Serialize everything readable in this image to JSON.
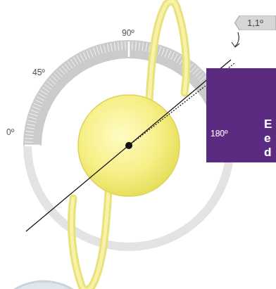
{
  "diagram": {
    "nodes": [
      {
        "text": [
          "1,1º"
        ]
      },
      {
        "text": [
          "E e d"
        ]
      }
    ],
    "labels": [
      "0º",
      "45º",
      "90º",
      "180º"
    ]
  }
}
